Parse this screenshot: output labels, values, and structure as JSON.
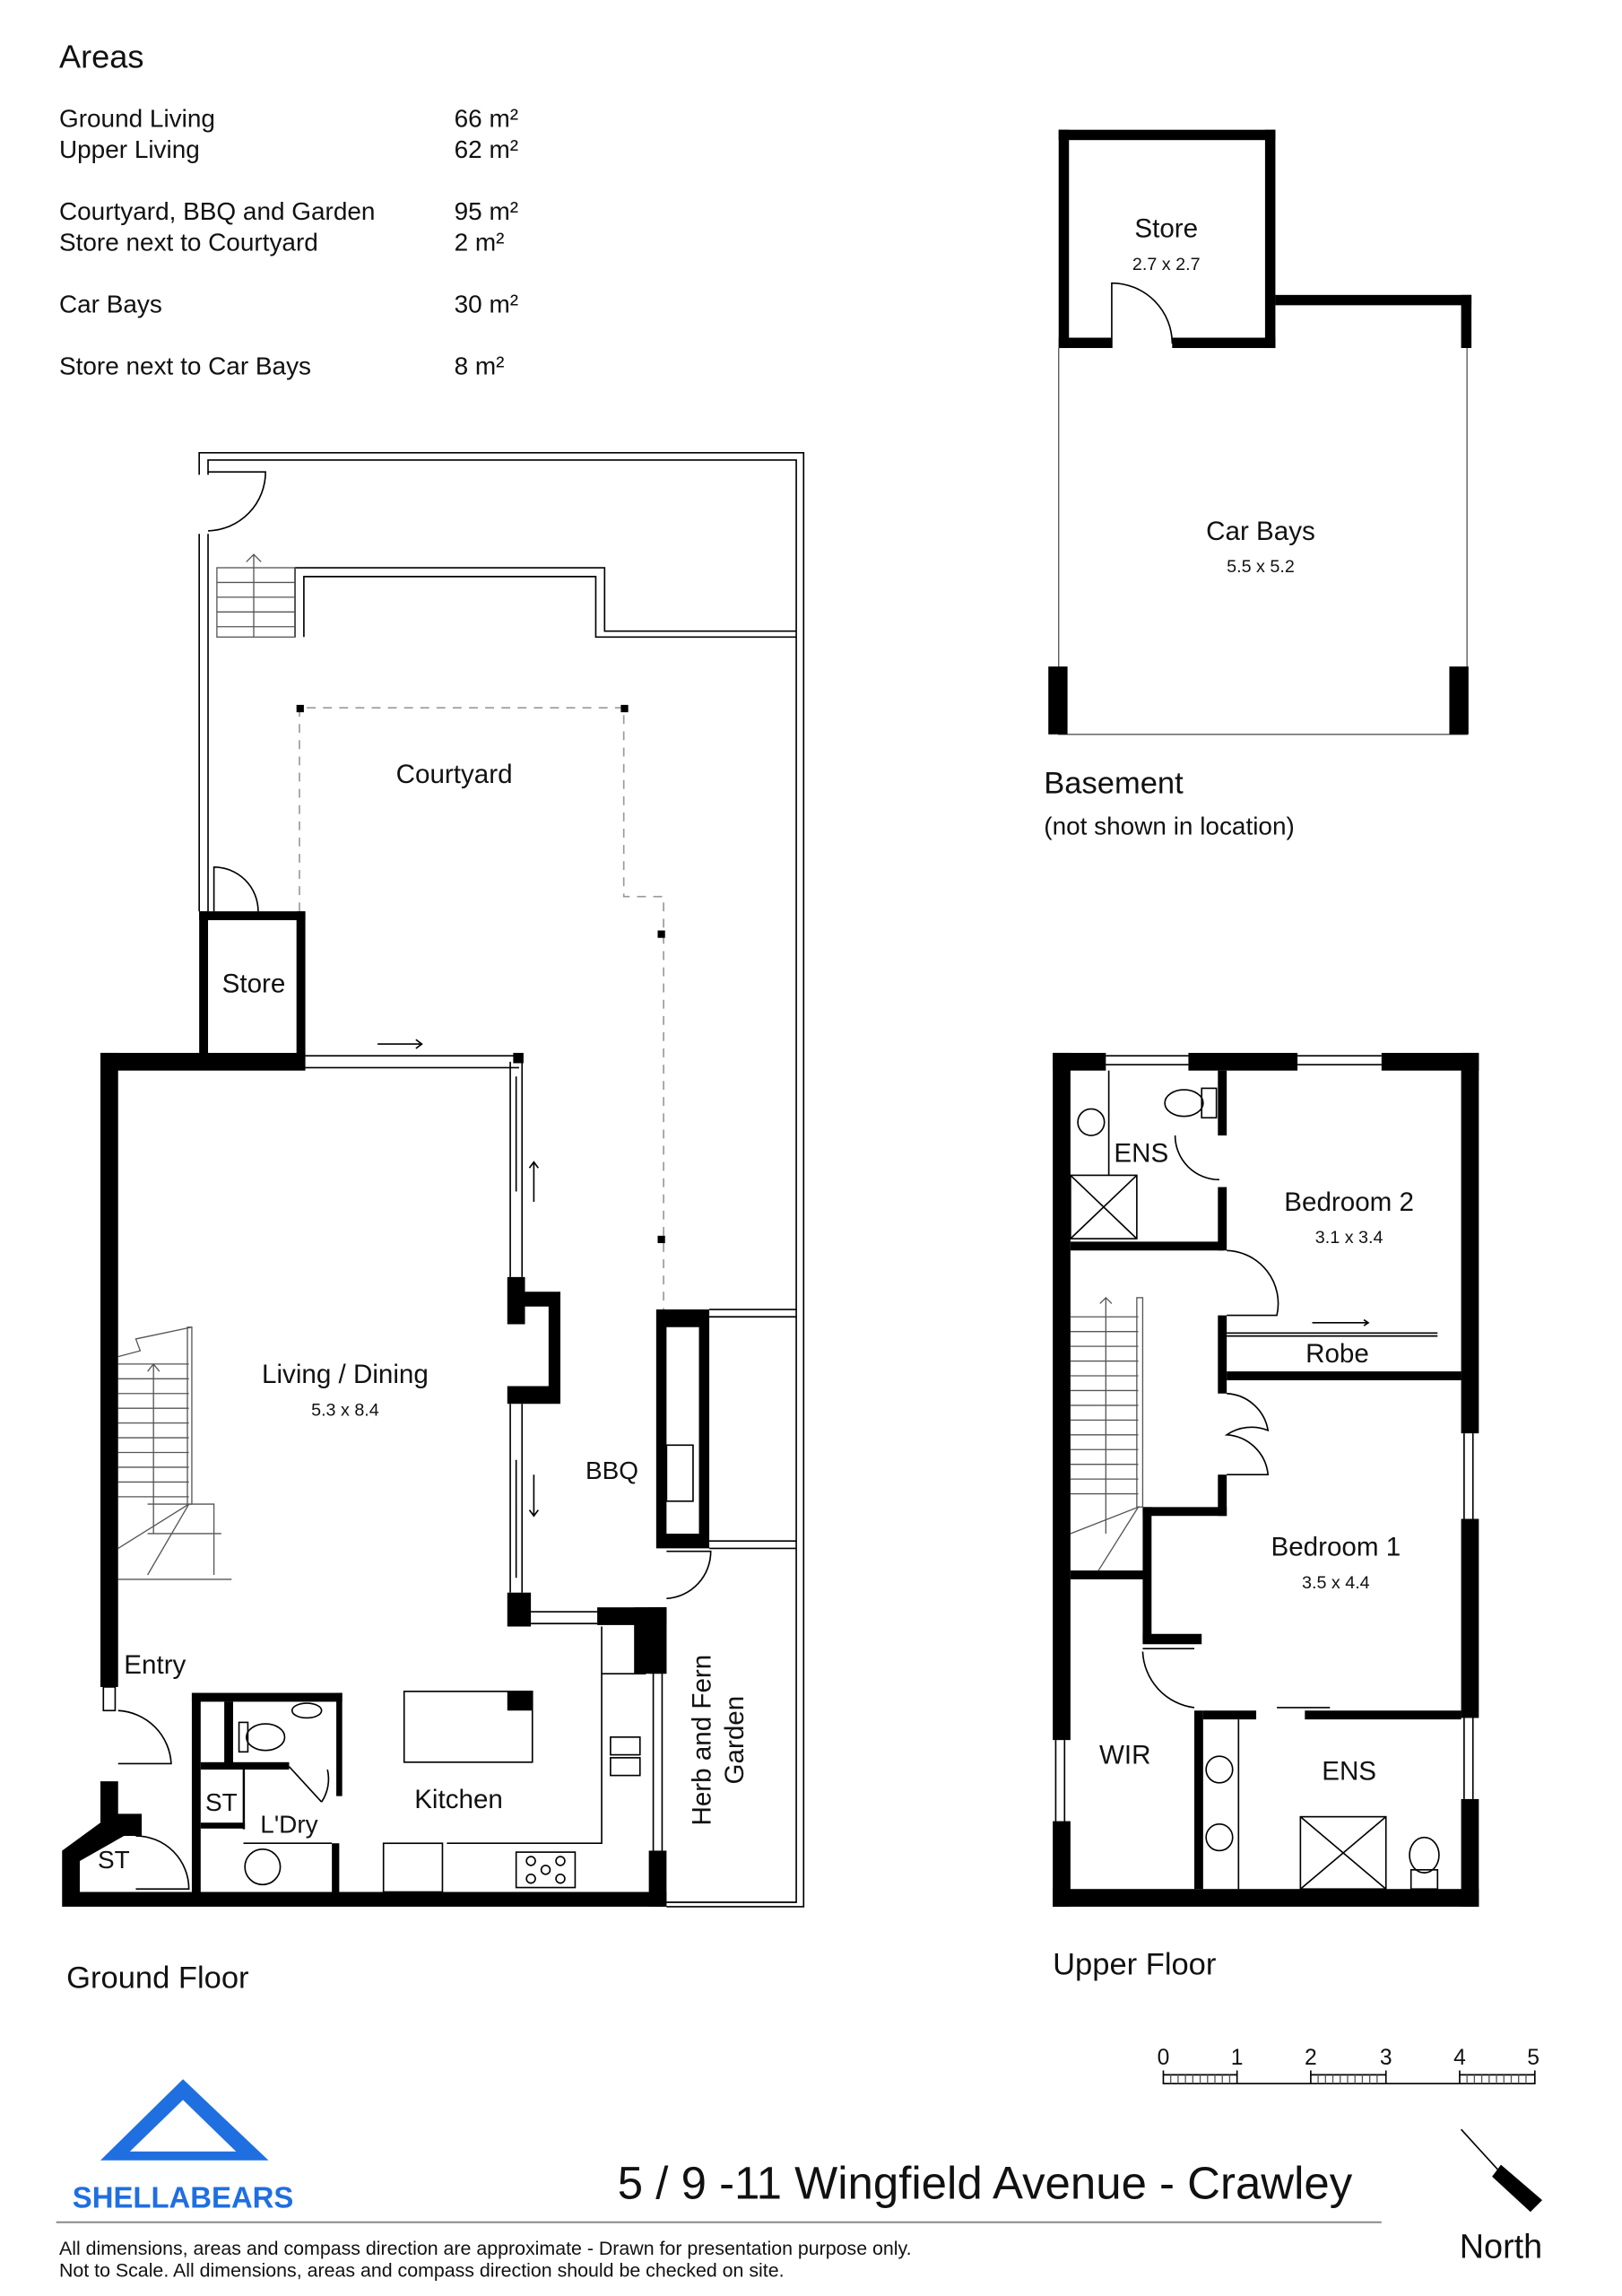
{
  "areas": {
    "title": "Areas",
    "rows": [
      {
        "label": "Ground Living",
        "value": "66 m²"
      },
      {
        "label": "Upper Living",
        "value": "62 m²"
      },
      {
        "label": "Courtyard, BBQ and Garden",
        "value": "95 m²"
      },
      {
        "label": "Store next to Courtyard",
        "value": "2 m²"
      },
      {
        "label": "Car Bays",
        "value": "30 m²"
      },
      {
        "label": "Store next to Car Bays",
        "value": "8 m²"
      }
    ]
  },
  "basement": {
    "title": "Basement",
    "note": "(not shown in location)",
    "rooms": [
      {
        "name": "Store",
        "dims": "2.7 x 2.7"
      },
      {
        "name": "Car Bays",
        "dims": "5.5 x 5.2"
      }
    ]
  },
  "ground_floor": {
    "title": "Ground Floor",
    "rooms": {
      "courtyard": "Courtyard",
      "store": "Store",
      "living": "Living / Dining",
      "living_dims": "5.3 x 8.4",
      "bbq": "BBQ",
      "entry": "Entry",
      "st1": "ST",
      "laundry": "L'Dry",
      "kitchen": "Kitchen",
      "st2": "ST",
      "garden_line1": "Herb and Fern",
      "garden_line2": "Garden"
    }
  },
  "upper_floor": {
    "title": "Upper Floor",
    "rooms": {
      "ens1": "ENS",
      "bedroom2": "Bedroom 2",
      "bedroom2_dims": "3.1 x 3.4",
      "robe": "Robe",
      "bedroom1": "Bedroom 1",
      "bedroom1_dims": "3.5 x 4.4",
      "wir": "WIR",
      "ens2": "ENS"
    }
  },
  "scale_bar": {
    "ticks": [
      "0",
      "1",
      "2",
      "3",
      "4",
      "5"
    ]
  },
  "footer": {
    "brand": "SHELLABEARS",
    "brand_color": "#1f6fe0",
    "address": "5 /  9 -11 Wingfield Avenue - Crawley",
    "disclaimer_line1": "All dimensions, areas and compass direction are approximate - Drawn for presentation purpose only.",
    "disclaimer_line2": "Not to Scale. All dimensions, areas and compass direction should be checked on site.",
    "north_label": "North",
    "north_icon": "north-arrow-icon"
  }
}
